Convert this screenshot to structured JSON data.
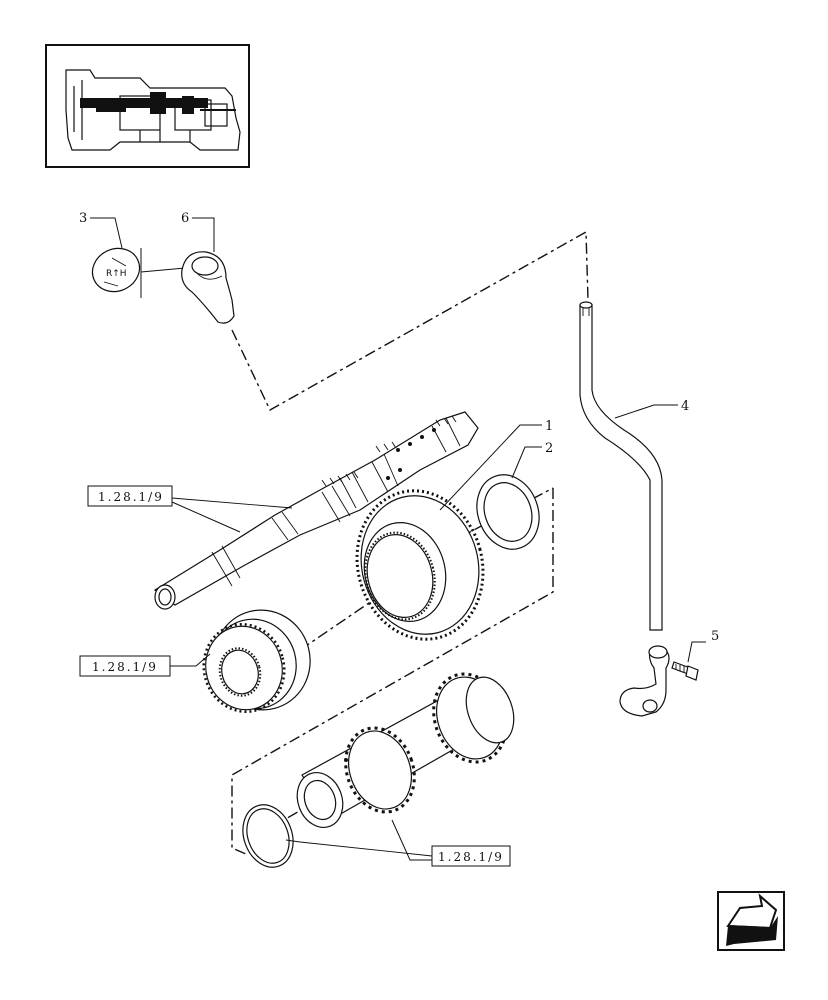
{
  "callouts": [
    "1",
    "2",
    "3",
    "4",
    "5",
    "6"
  ],
  "references": [
    "1.28.1/9",
    "1.28.1/9",
    "1.28.1/9"
  ],
  "icons": {
    "nav_arrow": "nav-arrow-icon",
    "thumbnail": "transmission-overview-thumbnail"
  }
}
